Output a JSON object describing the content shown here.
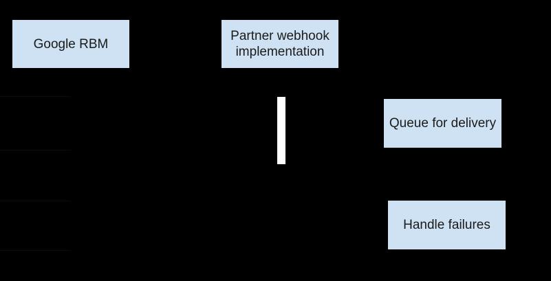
{
  "diagram": {
    "nodes": [
      {
        "id": "google-rbm",
        "label": "Google RBM"
      },
      {
        "id": "partner-webhook",
        "label": "Partner webhook implementation"
      },
      {
        "id": "queue-for-delivery",
        "label": "Queue for delivery"
      },
      {
        "id": "handle-failures",
        "label": "Handle failures"
      }
    ],
    "activation_bar": {
      "description": "white vertical activation bar on partner webhook lifeline"
    },
    "colors": {
      "background": "#000000",
      "node_fill": "#cfe2f3",
      "node_text": "#1a1a1a",
      "activation_bar_fill": "#ffffff"
    }
  }
}
